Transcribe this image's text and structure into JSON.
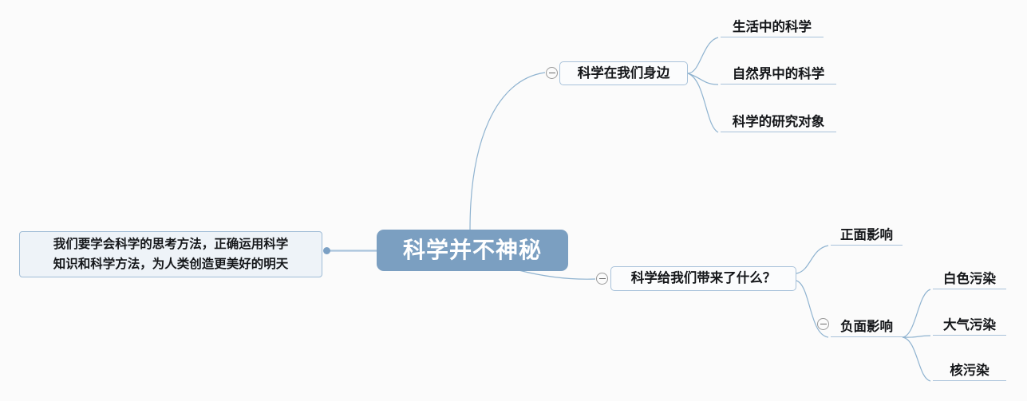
{
  "diagram": {
    "type": "mind-map",
    "title": "科学并不神秘",
    "background_color": "#fbfbfb",
    "accent_color": "#7b9fc1",
    "line_color": "#8fb3d0",
    "text_color": "#15171a"
  },
  "root": {
    "label": "科学并不神秘",
    "fill": "#7b9fc1",
    "text_color": "#ffffff"
  },
  "note": {
    "lines": [
      "我们要学会科学的思考方法，正确运用科学",
      "知识和科学方法，为人类创造更美好的明天"
    ],
    "fill": "#eef3f8",
    "border": "#9fbcd6"
  },
  "branches": [
    {
      "id": "science-around",
      "label": "科学在我们身边",
      "collapsed": false,
      "toggle_icon": "minus-circle-icon",
      "children": [
        {
          "id": "life-science",
          "label": "生活中的科学"
        },
        {
          "id": "nature-science",
          "label": "自然界中的科学"
        },
        {
          "id": "research-object",
          "label": "科学的研究对象"
        }
      ]
    },
    {
      "id": "what-brought",
      "label": "科学给我们带来了什么？",
      "collapsed": false,
      "toggle_icon": "minus-circle-icon",
      "children": [
        {
          "id": "positive-impact",
          "label": "正面影响",
          "children": []
        },
        {
          "id": "negative-impact",
          "label": "负面影响",
          "collapsed": false,
          "toggle_icon": "minus-circle-icon",
          "children": [
            {
              "id": "white-pollution",
              "label": "白色污染"
            },
            {
              "id": "air-pollution",
              "label": "大气污染"
            },
            {
              "id": "nuclear-pollution",
              "label": "核污染"
            }
          ]
        }
      ]
    }
  ]
}
